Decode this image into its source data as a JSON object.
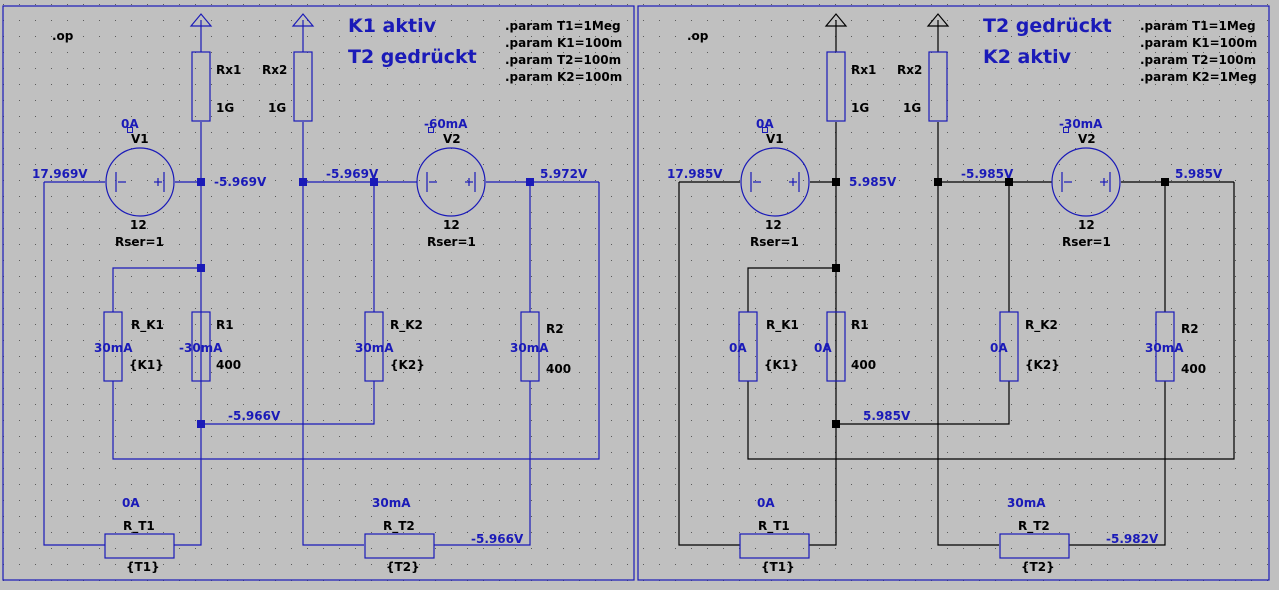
{
  "colors": {
    "background": "#c0c0c0",
    "wire_active": "#1a1ab8",
    "wire_inactive": "#000000",
    "annotation": "#1a1ab8"
  },
  "left": {
    "directive": ".op",
    "title_line1": "K1 aktiv",
    "title_line2": "T2 gedrückt",
    "params": [
      ".param T1=1Meg",
      ".param K1=100m",
      ".param T2=100m",
      ".param K2=100m"
    ],
    "rx1_name": "Rx1",
    "rx1_value": "1G",
    "rx2_name": "Rx2",
    "rx2_value": "1G",
    "v1_name": "V1",
    "v1_value": "12",
    "v1_rser": "Rser=1",
    "v1_current": "0A",
    "v2_name": "V2",
    "v2_value": "12",
    "v2_rser": "Rser=1",
    "v2_current": "-60mA",
    "node_v1_left": "17.969V",
    "node_v1_right": "-5.969V",
    "node_v2_left": "-5.969V",
    "node_v2_right": "5.972V",
    "node_bottom": "-5.966V",
    "node_rt2_right": "-5.966V",
    "rk1_name": "R_K1",
    "rk1_value": "{K1}",
    "rk1_current": "30mA",
    "r1_name": "R1",
    "r1_value": "400",
    "r1_current": "-30mA",
    "rk2_name": "R_K2",
    "rk2_value": "{K2}",
    "rk2_current": "30mA",
    "r2_name": "R2",
    "r2_value": "400",
    "r2_current": "30mA",
    "rt1_name": "R_T1",
    "rt1_value": "{T1}",
    "rt1_current": "0A",
    "rt2_name": "R_T2",
    "rt2_value": "{T2}",
    "rt2_current": "30mA"
  },
  "right": {
    "directive": ".op",
    "title_line1": "T2 gedrückt",
    "title_line2": "K2 aktiv",
    "params": [
      ".param T1=1Meg",
      ".param K1=100m",
      ".param T2=100m",
      ".param K2=1Meg"
    ],
    "rx1_name": "Rx1",
    "rx1_value": "1G",
    "rx2_name": "Rx2",
    "rx2_value": "1G",
    "v1_name": "V1",
    "v1_value": "12",
    "v1_rser": "Rser=1",
    "v1_current": "0A",
    "v2_name": "V2",
    "v2_value": "12",
    "v2_rser": "Rser=1",
    "v2_current": "-30mA",
    "node_v1_left": "17.985V",
    "node_v1_right": "5.985V",
    "node_v2_left": "-5.985V",
    "node_v2_right": "5.985V",
    "node_bottom": "5.985V",
    "node_rt2_right": "-5.982V",
    "rk1_name": "R_K1",
    "rk1_value": "{K1}",
    "rk1_current": "0A",
    "r1_name": "R1",
    "r1_value": "400",
    "r1_current": "0A",
    "rk2_name": "R_K2",
    "rk2_value": "{K2}",
    "rk2_current": "0A",
    "r2_name": "R2",
    "r2_value": "400",
    "r2_current": "30mA",
    "rt1_name": "R_T1",
    "rt1_value": "{T1}",
    "rt1_current": "0A",
    "rt2_name": "R_T2",
    "rt2_value": "{T2}",
    "rt2_current": "30mA"
  }
}
